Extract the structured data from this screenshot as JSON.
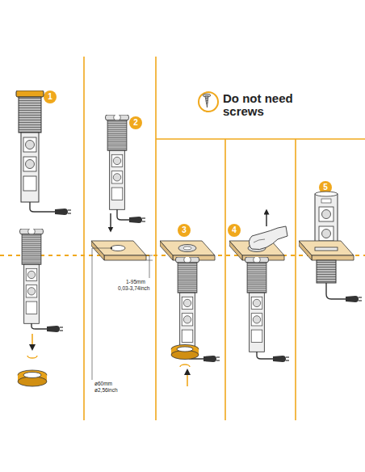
{
  "diagram": {
    "labels": [
      "1",
      "2",
      "3",
      "4",
      "5",
      "Do not need screws",
      "1-95mm",
      "0,03-3,74inch",
      "ø60mm",
      "ø2,56inch"
    ]
  }
}
